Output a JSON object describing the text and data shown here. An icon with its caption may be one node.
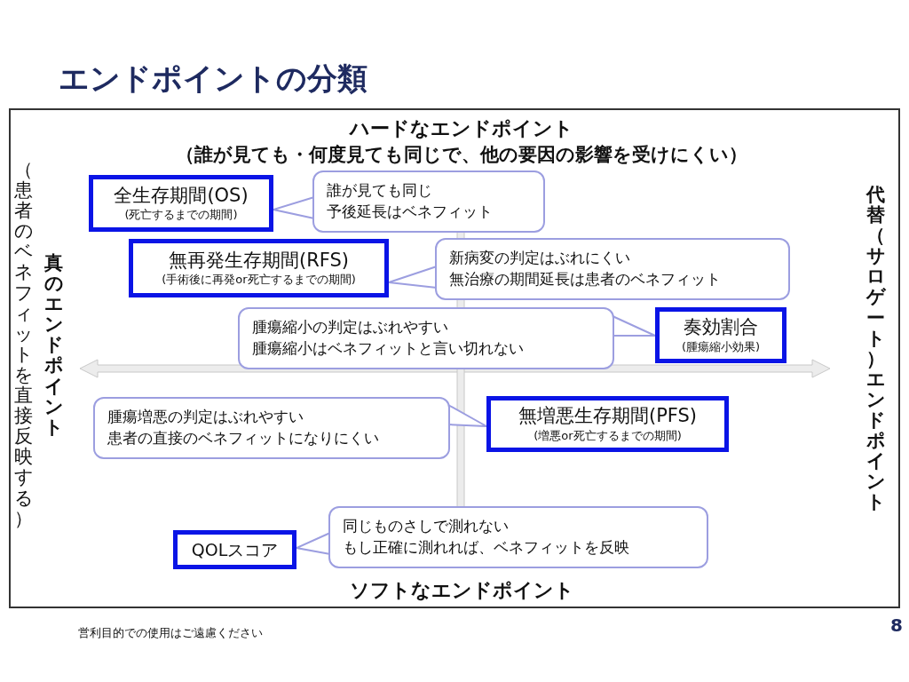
{
  "diagram": {
    "title": "エンドポイントの分類",
    "nodes": [
      {
        "text": [
          "全生存期間(OS)",
          "(死亡するまでの期間)"
        ]
      },
      {
        "text": [
          "誰が見ても同じ",
          "予後延長はベネフィット"
        ]
      },
      {
        "text": [
          "無再発生存期間(RFS)",
          "(手術後に再発or死亡するまでの期間)"
        ]
      },
      {
        "text": [
          "新病変の判定はぶれにくい",
          "無治療の期間延長は患者のベネフィット"
        ]
      },
      {
        "text": [
          "腫瘍縮小の判定はぶれやすい",
          "腫瘍縮小はベネフィットと言い切れない"
        ]
      },
      {
        "text": [
          "奏効割合",
          "(腫瘍縮小効果)"
        ]
      },
      {
        "text": [
          "腫瘍増悪の判定はぶれやすい",
          "患者の直接のベネフィットになりにくい"
        ]
      },
      {
        "text": [
          "無増悪生存期間(PFS)",
          "(増悪or死亡するまでの期間)"
        ]
      },
      {
        "text": [
          "QOLスコア"
        ]
      },
      {
        "text": [
          "同じものさしで測れない",
          "もし正確に測れれば、ベネフィットを反映"
        ]
      }
    ],
    "edges": [
      {
        "from": 1,
        "to": 0,
        "arrow": "to"
      },
      {
        "from": 3,
        "to": 2,
        "arrow": "to"
      },
      {
        "from": 4,
        "to": 5,
        "arrow": "to"
      },
      {
        "from": 6,
        "to": 7,
        "arrow": "to"
      },
      {
        "from": 9,
        "to": 8,
        "arrow": "to"
      }
    ],
    "labels": [
      "ハードなエンドポイント",
      "（誰が見ても・何度見ても同じで、他の要因の影響を受けにくい）",
      "（患者のベネフィットを直接反映する）",
      "真のエンドポイント",
      "代替（サロゲート）エンドポイント",
      "ソフトなエンドポイント",
      "営利目的での使用はご遠慮ください",
      "8"
    ]
  }
}
